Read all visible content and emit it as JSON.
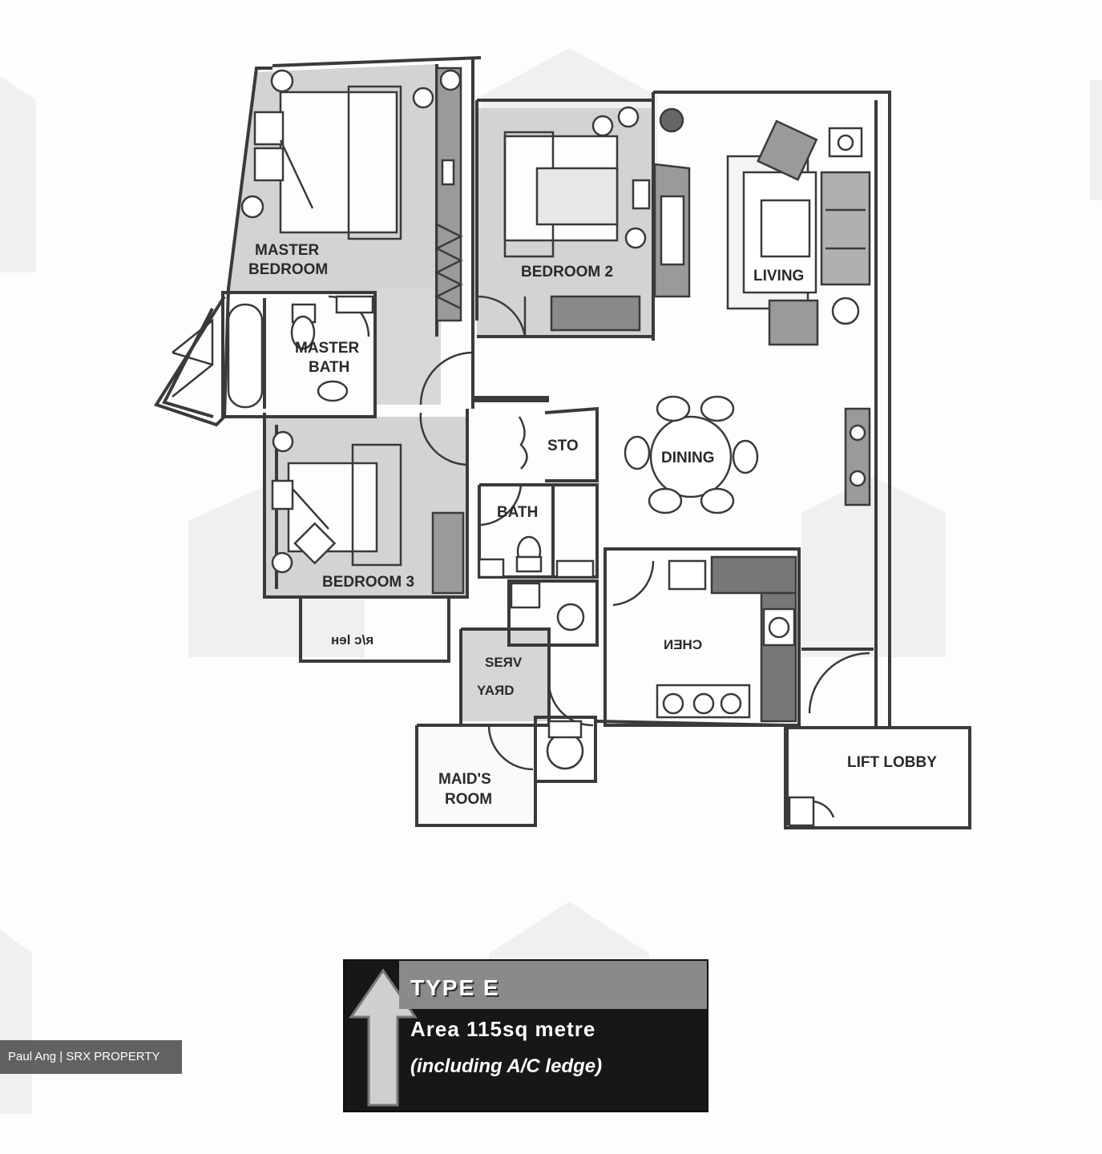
{
  "rooms": {
    "master_bedroom_line1": "MASTER",
    "master_bedroom_line2": "BEDROOM",
    "bedroom2": "BEDROOM 2",
    "living": "LIVING",
    "master_bath_line1": "MASTER",
    "master_bath_line2": "BATH",
    "dining": "DINING",
    "sto": "STO",
    "bath": "BATH",
    "bedroom3": "BEDROOM 3",
    "maids_room_line1": "MAID'S",
    "maids_room_line2": "ROOM",
    "lift_lobby": "LIFT LOBBY",
    "ac_ledge_mirrored": "ʜɘl ɔ\\ᴙ",
    "kitchen_mirrored": "ИƎHƆ",
    "yard_mirrored_line1": "SEЯV",
    "yard_mirrored_line2": "YAЯD"
  },
  "legend": {
    "type": "TYPE E",
    "area": "Area 115sq metre",
    "note": "(including A/C ledge)"
  },
  "watermark": "Paul Ang | SRX PROPERTY",
  "colors": {
    "wall": "#3a3a3a",
    "floor_gray": "#cfcfcf",
    "dark_fill": "#7a7a7a",
    "legend_bg": "#171717",
    "legend_band": "#8a8a8a"
  }
}
